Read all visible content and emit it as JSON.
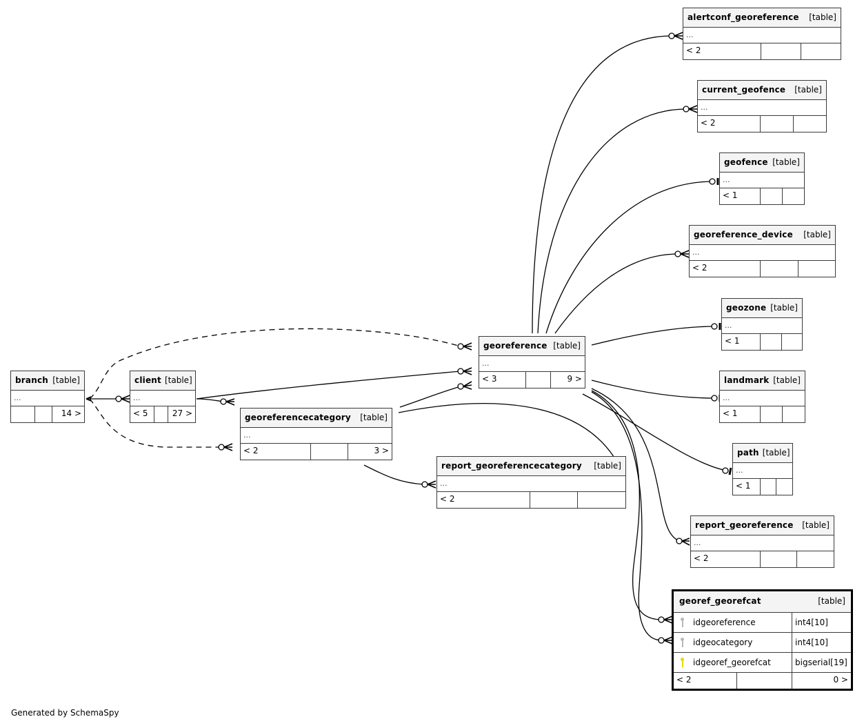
{
  "diagram": {
    "footer": "Generated by SchemaSpy",
    "tables": {
      "alertconf_georeference": {
        "name": "alertconf_georeference",
        "type": "[table]",
        "columns_placeholder": "...",
        "parents": "< 2",
        "mid": "",
        "children": ""
      },
      "current_geofence": {
        "name": "current_geofence",
        "type": "[table]",
        "columns_placeholder": "...",
        "parents": "< 2",
        "mid": "",
        "children": ""
      },
      "geofence": {
        "name": "geofence",
        "type": "[table]",
        "columns_placeholder": "...",
        "parents": "< 1",
        "mid": "",
        "children": ""
      },
      "georeference_device": {
        "name": "georeference_device",
        "type": "[table]",
        "columns_placeholder": "...",
        "parents": "< 2",
        "mid": "",
        "children": ""
      },
      "geozone": {
        "name": "geozone",
        "type": "[table]",
        "columns_placeholder": "...",
        "parents": "< 1",
        "mid": "",
        "children": ""
      },
      "landmark": {
        "name": "landmark",
        "type": "[table]",
        "columns_placeholder": "...",
        "parents": "< 1",
        "mid": "",
        "children": ""
      },
      "path": {
        "name": "path",
        "type": "[table]",
        "columns_placeholder": "...",
        "parents": "< 1",
        "mid": "",
        "children": ""
      },
      "report_georeference": {
        "name": "report_georeference",
        "type": "[table]",
        "columns_placeholder": "...",
        "parents": "< 2",
        "mid": "",
        "children": ""
      },
      "georeference": {
        "name": "georeference",
        "type": "[table]",
        "columns_placeholder": "...",
        "parents": "< 3",
        "mid": "",
        "children": "9 >"
      },
      "branch": {
        "name": "branch",
        "type": "[table]",
        "columns_placeholder": "...",
        "parents": "",
        "mid": "",
        "children": "14 >"
      },
      "client": {
        "name": "client",
        "type": "[table]",
        "columns_placeholder": "...",
        "parents": "< 5",
        "mid": "",
        "children": "27 >"
      },
      "georeferencecategory": {
        "name": "georeferencecategory",
        "type": "[table]",
        "columns_placeholder": "...",
        "parents": "< 2",
        "mid": "",
        "children": "3 >"
      },
      "report_georeferencecategory": {
        "name": "report_georeferencecategory",
        "type": "[table]",
        "columns_placeholder": "...",
        "parents": "< 2",
        "mid": "",
        "children": ""
      },
      "georef_georefcat": {
        "name": "georef_georefcat",
        "type": "[table]",
        "columns": [
          {
            "name": "idgeoreference",
            "type": "int4[10]",
            "key": "foreign",
            "key_color": "#b8b8b8"
          },
          {
            "name": "idgeocategory",
            "type": "int4[10]",
            "key": "foreign",
            "key_color": "#b8b8b8"
          },
          {
            "name": "idgeoref_georefcat",
            "type": "bigserial[19]",
            "key": "primary",
            "key_color": "#e8d800"
          }
        ],
        "parents": "< 2",
        "mid": "",
        "children": "0 >"
      }
    },
    "relationships": [
      {
        "from": "georeference",
        "to": "alertconf_georeference",
        "style": "solid",
        "end": "zero-or-many"
      },
      {
        "from": "georeference",
        "to": "current_geofence",
        "style": "solid",
        "end": "zero-or-many"
      },
      {
        "from": "georeference",
        "to": "geofence",
        "style": "solid",
        "end": "zero-or-one"
      },
      {
        "from": "georeference",
        "to": "georeference_device",
        "style": "solid",
        "end": "zero-or-many"
      },
      {
        "from": "georeference",
        "to": "geozone",
        "style": "solid",
        "end": "zero-or-one"
      },
      {
        "from": "georeference",
        "to": "landmark",
        "style": "solid",
        "end": "zero-or-one"
      },
      {
        "from": "georeference",
        "to": "path",
        "style": "solid",
        "end": "zero-or-one"
      },
      {
        "from": "georeference",
        "to": "report_georeference",
        "style": "solid",
        "end": "zero-or-many"
      },
      {
        "from": "georeference",
        "to": "georef_georefcat.idgeoreference",
        "style": "solid",
        "end": "zero-or-many"
      },
      {
        "from": "georeferencecategory",
        "to": "georef_georefcat.idgeocategory",
        "style": "solid",
        "end": "zero-or-many"
      },
      {
        "from": "branch",
        "to": "client",
        "style": "solid",
        "end": "zero-or-many"
      },
      {
        "from": "branch",
        "to": "georeference",
        "style": "dashed",
        "end": "zero-or-many"
      },
      {
        "from": "branch",
        "to": "georeferencecategory",
        "style": "dashed",
        "end": "zero-or-many"
      },
      {
        "from": "client",
        "to": "georeference",
        "style": "solid",
        "end": "zero-or-many"
      },
      {
        "from": "client",
        "to": "georeferencecategory",
        "style": "solid",
        "end": "zero-or-many"
      },
      {
        "from": "georeferencecategory",
        "to": "georeference",
        "style": "solid",
        "end": "zero-or-many"
      },
      {
        "from": "georeferencecategory",
        "to": "report_georeferencecategory",
        "style": "solid",
        "end": "zero-or-many"
      }
    ]
  }
}
